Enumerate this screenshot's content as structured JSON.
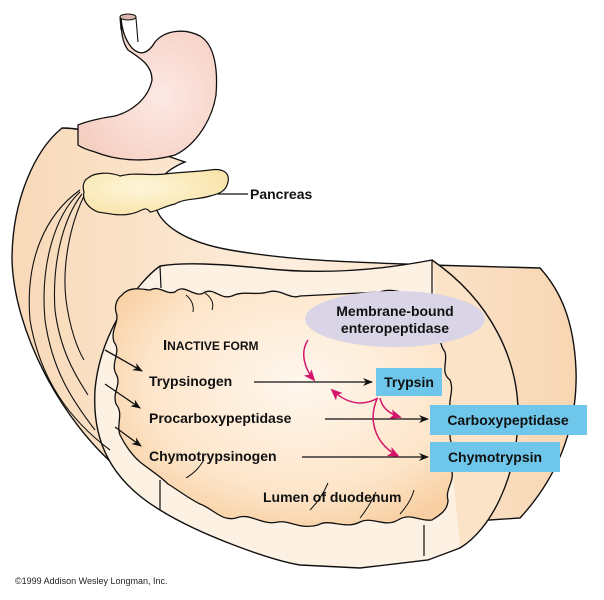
{
  "labels": {
    "pancreas": "Pancreas",
    "enzyme_line1": "Membrane-bound",
    "enzyme_line2": "enteropeptidase",
    "inactive_form_cap": "I",
    "inactive_form_rest": "NACTIVE FORM",
    "trypsinogen": "Trypsinogen",
    "procarboxypeptidase": "Procarboxypeptidase",
    "chymotrypsinogen": "Chymotrypsinogen",
    "trypsin": "Trypsin",
    "carboxypeptidase": "Carboxypeptidase",
    "chymotrypsin": "Chymotrypsin",
    "lumen": "Lumen of duodenum",
    "copyright": "©1999 Addison Wesley Longman, Inc."
  },
  "colors": {
    "stomach": "#f9d6cc",
    "pancreas": "#fbe8b5",
    "duodenum": "#fbd9b5",
    "duodenum_light": "#fdf1e4",
    "enzyme_oval": "#d9d4e6",
    "active_box": "#6ec6ea",
    "activation_arrow": "#d4156b",
    "outline": "#111111"
  }
}
